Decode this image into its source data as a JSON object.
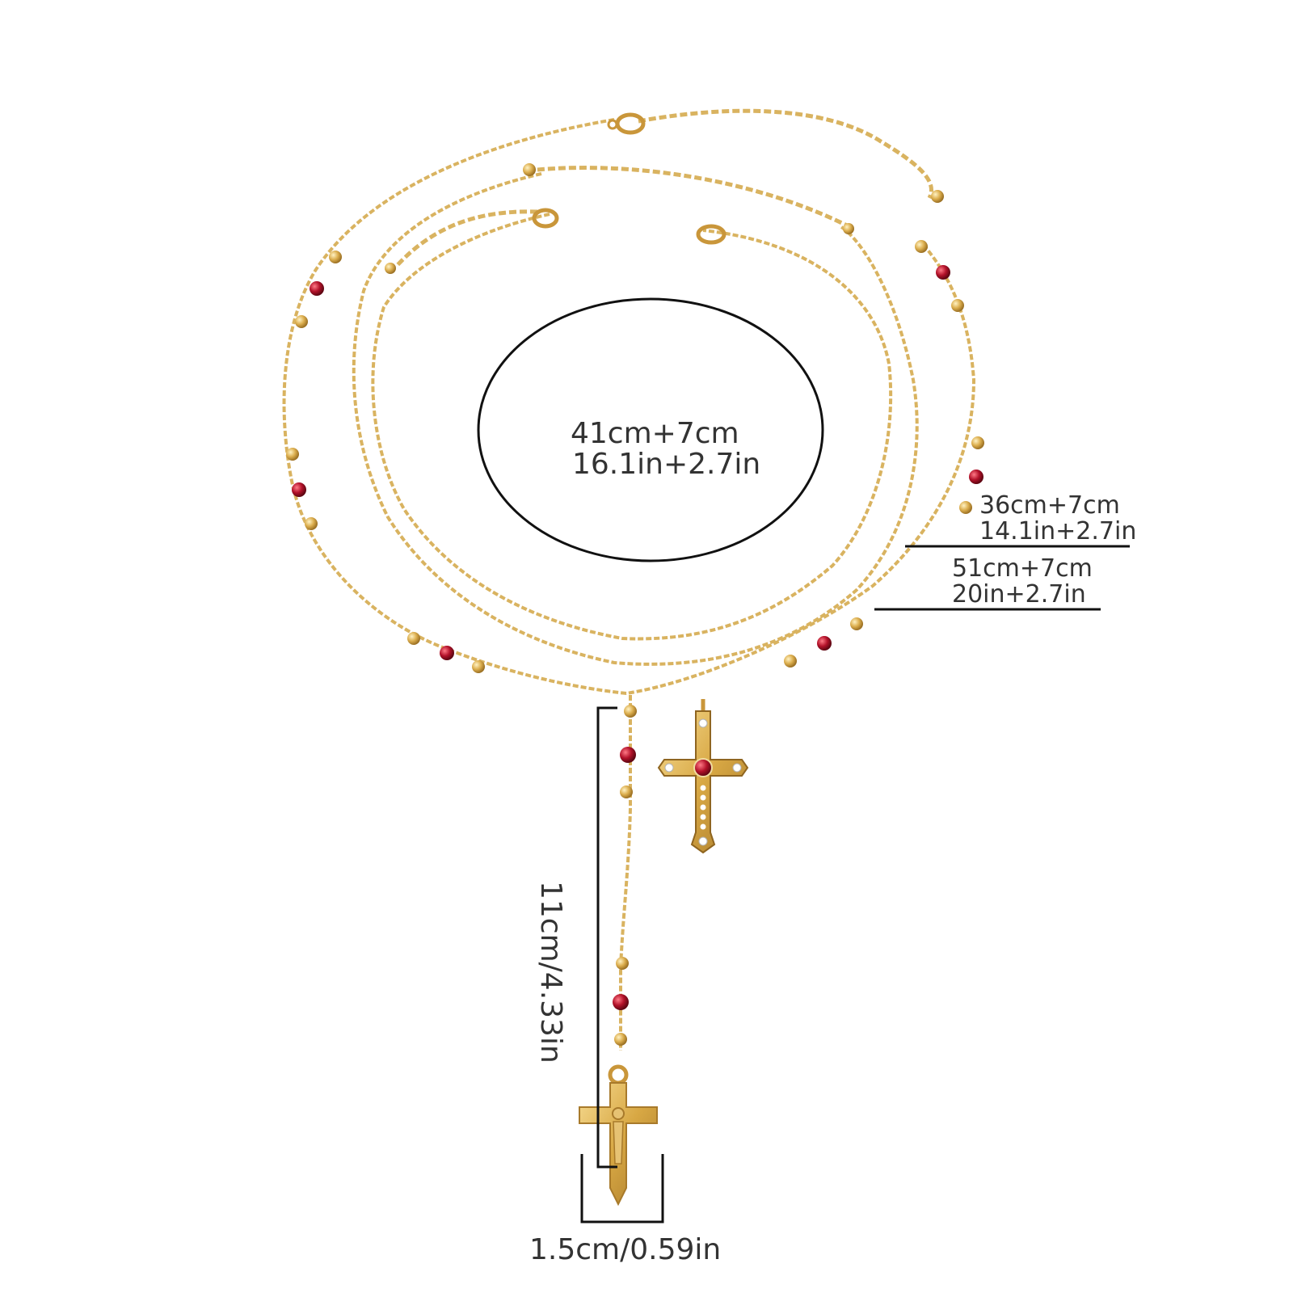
{
  "colors": {
    "chain": "#d9b360",
    "chain_dark": "#b88a36",
    "gold_bead": "#dcae4e",
    "red_bead": "#b3122a",
    "line": "#111111",
    "text": "#333333"
  },
  "labels": {
    "center": {
      "line1": "41cm+7cm",
      "line2": "16.1in+2.7in"
    },
    "necklace_36": {
      "line1": "36cm+7cm",
      "line2": "14.1in+2.7in"
    },
    "necklace_51": {
      "line1": "51cm+7cm",
      "line2": "20in+2.7in"
    },
    "drop_length": "11cm/4.33in",
    "pendant_width": "1.5cm/0.59in"
  }
}
